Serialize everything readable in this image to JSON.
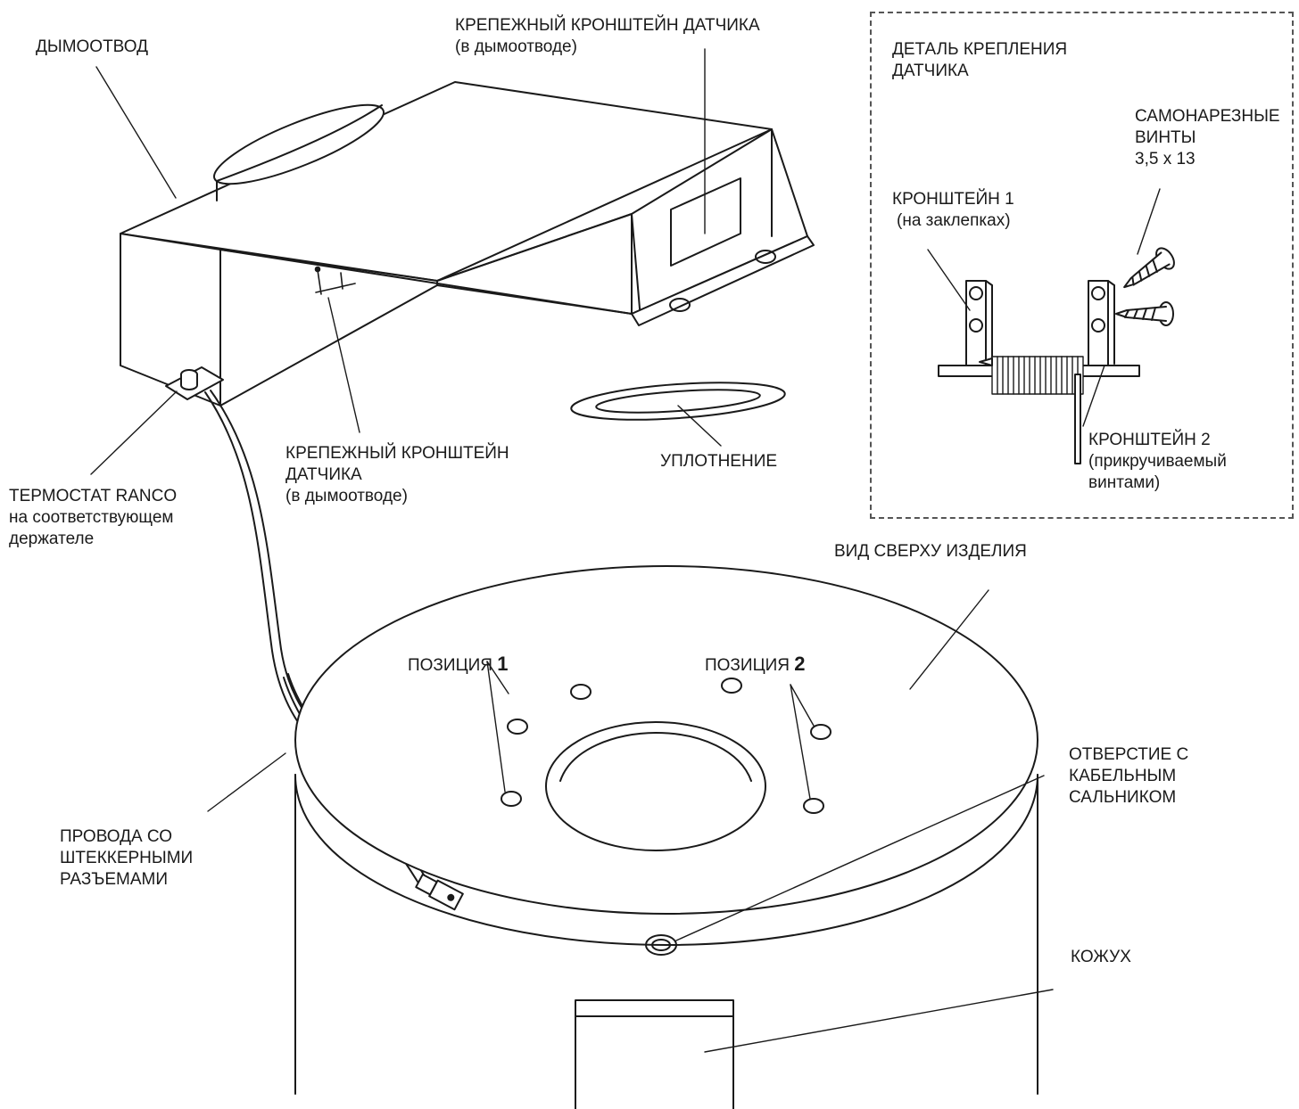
{
  "labels": {
    "flue": "ДЫМООТВОД",
    "bracket_top": {
      "line1": "КРЕПЕЖНЫЙ КРОНШТЕЙН ДАТЧИКА",
      "line2": "(в дымоотводе)"
    },
    "bracket_mid": {
      "line1": "КРЕПЕЖНЫЙ КРОНШТЕЙН",
      "line2": "ДАТЧИКА",
      "line3": "(в дымоотводе)"
    },
    "seal": "УПЛОТНЕНИЕ",
    "thermostat": {
      "line1": "ТЕРМОСТАТ RANCO",
      "line2": "на соответствующем",
      "line3": "держателе"
    },
    "wires": {
      "line1": "ПРОВОДА СО",
      "line2": "ШТЕККЕРНЫМИ",
      "line3": "РАЗЪЕМАМИ"
    },
    "top_view": "ВИД СВЕРХУ ИЗДЕЛИЯ",
    "position1": {
      "text": "ПОЗИЦИЯ",
      "num": "1"
    },
    "position2": {
      "text": "ПОЗИЦИЯ",
      "num": "2"
    },
    "cable_hole": {
      "line1": "ОТВЕРСТИЕ С",
      "line2": "КАБЕЛЬНЫМ",
      "line3": "САЛЬНИКОМ"
    },
    "casing": "КОЖУХ"
  },
  "detail": {
    "title": {
      "line1": "ДЕТАЛЬ КРЕПЛЕНИЯ",
      "line2": "ДАТЧИКА"
    },
    "screws": {
      "line1": "САМОНАРЕЗНЫЕ",
      "line2": "ВИНТЫ",
      "line3": "3,5 x 13"
    },
    "bracket1": {
      "line1": "КРОНШТЕЙН 1",
      "line2": "(на заклепках)"
    },
    "bracket2": {
      "line1": "КРОНШТЕЙН 2",
      "line2": "(прикручиваемый",
      "line3": "винтами)"
    }
  }
}
